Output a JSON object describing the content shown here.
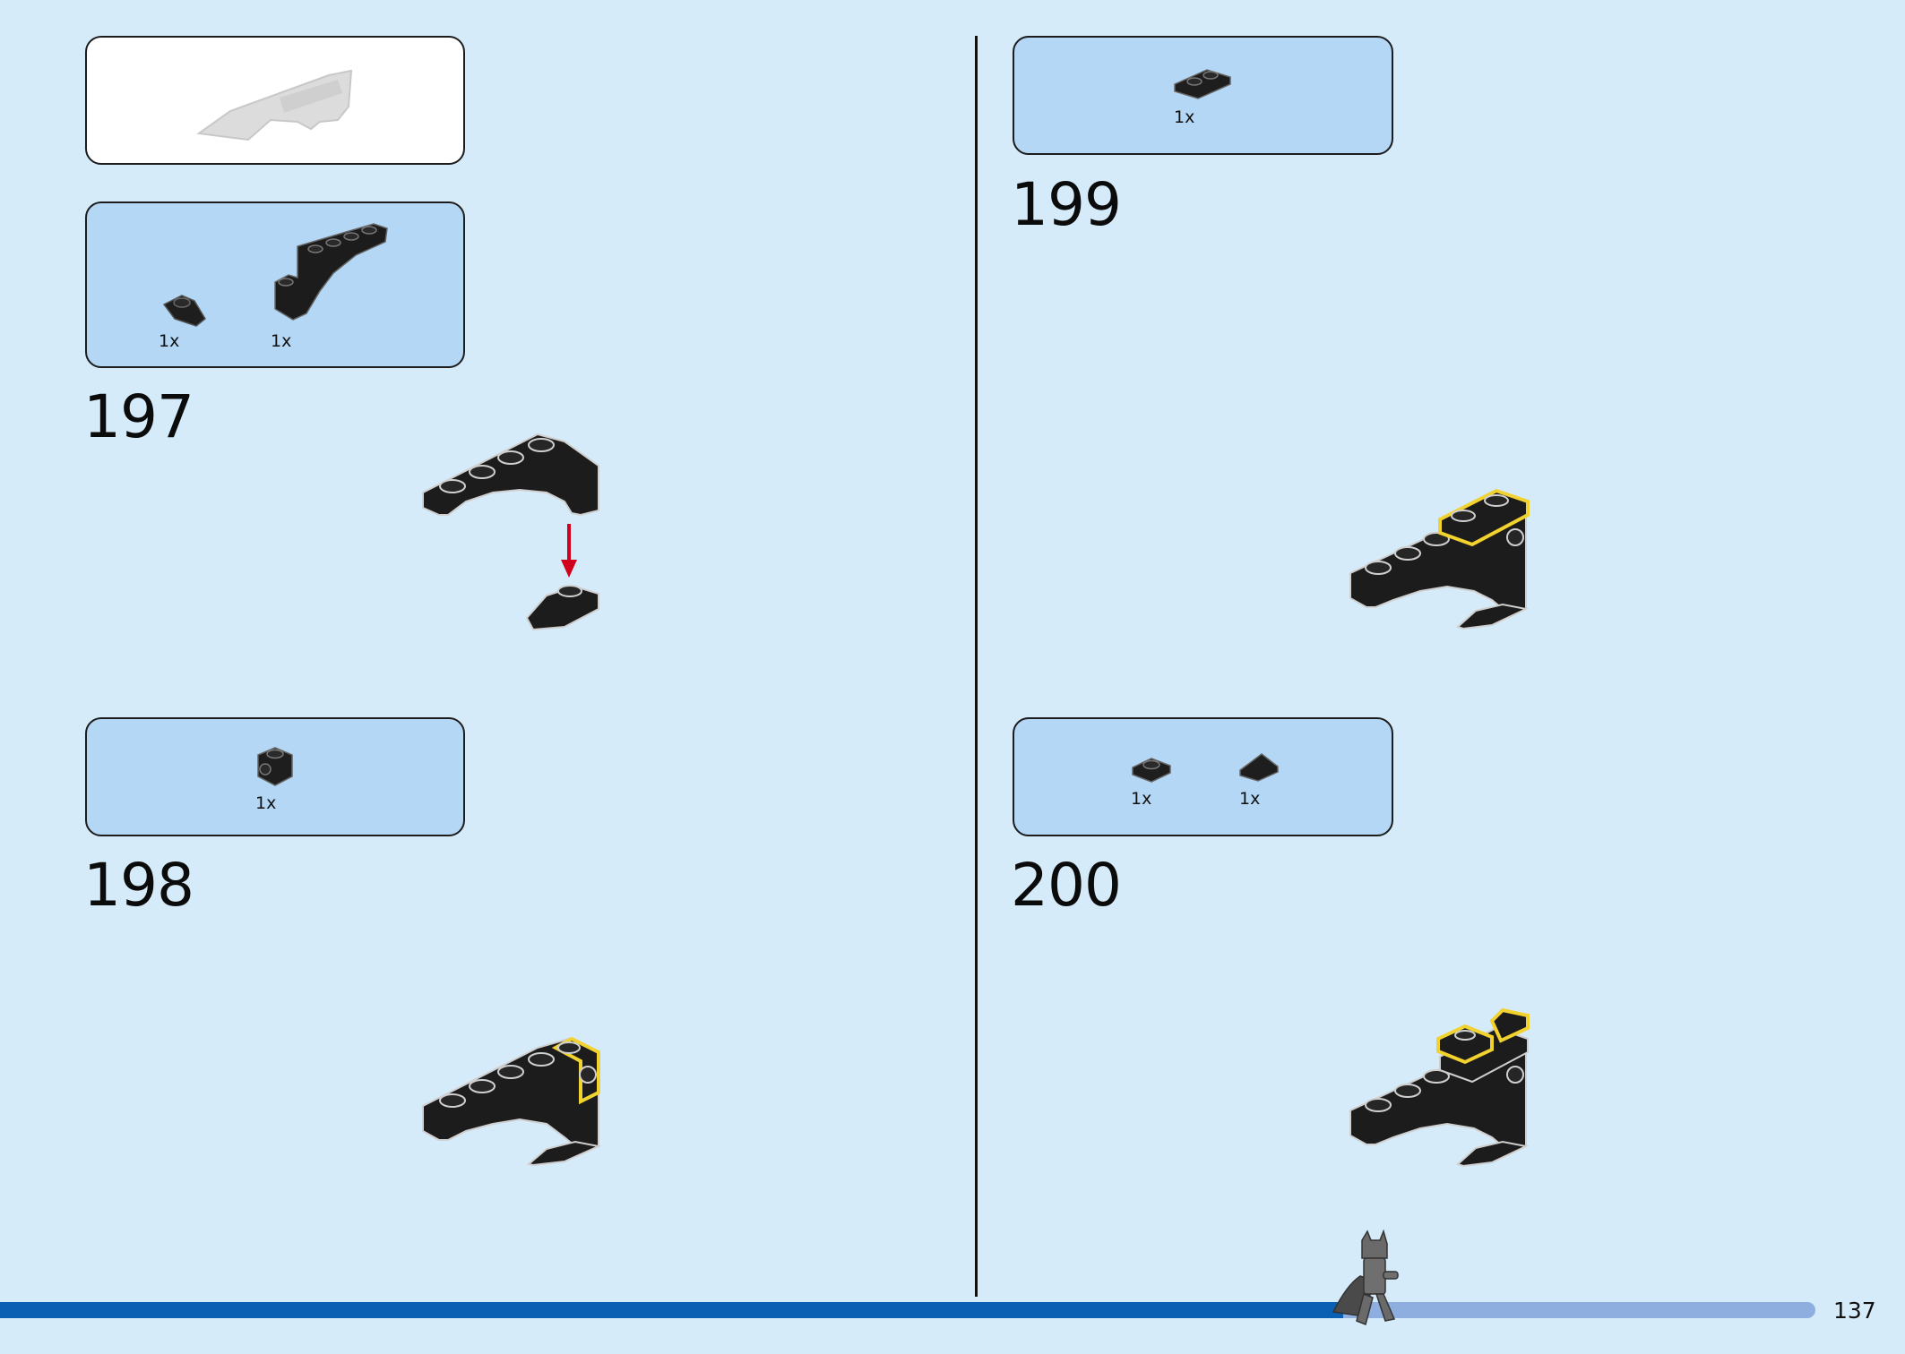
{
  "left_page": {
    "step_197": {
      "number": "197",
      "parts": [
        {
          "qty": "1x",
          "icon": "tile-nose-piece-icon"
        },
        {
          "qty": "1x",
          "icon": "arch-brick-icon"
        }
      ]
    },
    "step_198": {
      "number": "198",
      "parts": [
        {
          "qty": "1x",
          "icon": "brick-with-stud-side-icon"
        }
      ]
    }
  },
  "right_page": {
    "step_199": {
      "number": "199",
      "parts": [
        {
          "qty": "1x",
          "icon": "plate-1x2-icon"
        }
      ]
    },
    "step_200": {
      "number": "200",
      "parts": [
        {
          "qty": "1x",
          "icon": "round-plate-icon"
        },
        {
          "qty": "1x",
          "icon": "slope-tile-icon"
        }
      ]
    }
  },
  "footer": {
    "page_number": "137",
    "progress_fraction": 0.74
  },
  "colors": {
    "page_bg": "#d5ebfa",
    "parts_box": "#b3d7f5",
    "highlight": "#f2d22e",
    "arrow": "#d0021b",
    "progress_done": "#0a60b3",
    "progress_remaining": "#8eaedf"
  }
}
